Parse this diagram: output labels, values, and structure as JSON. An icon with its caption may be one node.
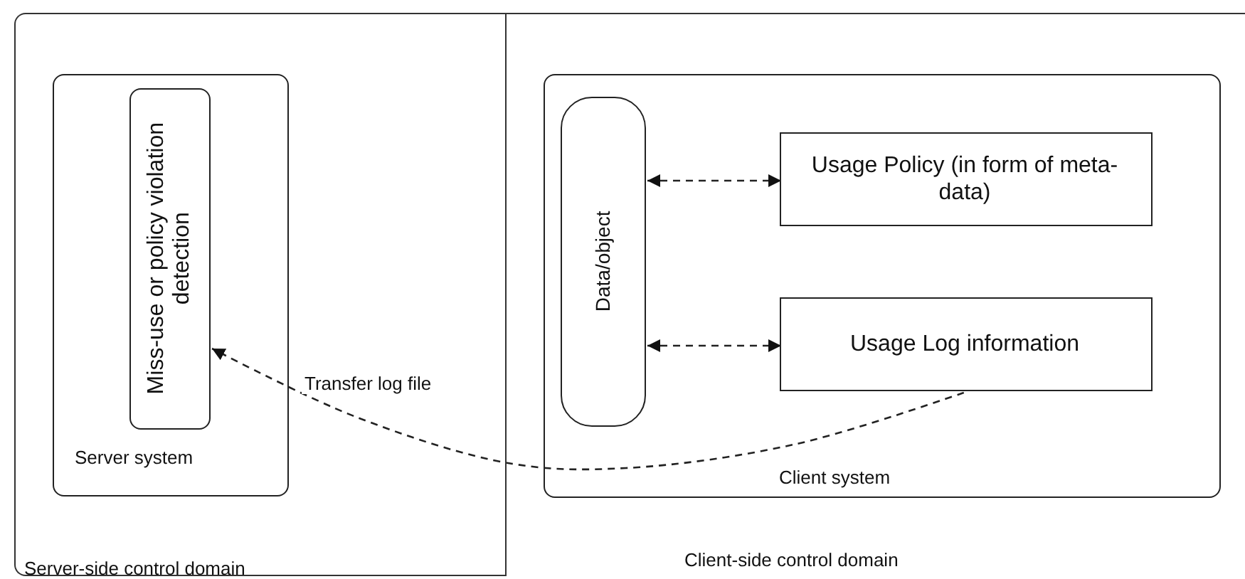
{
  "diagram": {
    "nodes": [
      {
        "text": [
          "Server-side control domain"
        ]
      },
      {
        "text": [
          "Server system"
        ],
        "in": 0
      },
      {
        "text": [
          "Miss-use or policy violation detection"
        ],
        "in": 1
      },
      {
        "text": [
          "Client-side control domain"
        ]
      },
      {
        "text": [
          "Client system"
        ],
        "in": 3
      },
      {
        "text": [
          "Data/object"
        ],
        "in": 4
      },
      {
        "text": [
          "Usage Policy (in form of meta-data)"
        ],
        "in": 4
      },
      {
        "text": [
          "Usage Log information"
        ],
        "in": 4
      }
    ],
    "edges": [
      {
        "from": 5,
        "to": 6,
        "arrow": "both",
        "style": "dashed"
      },
      {
        "from": 5,
        "to": 7,
        "arrow": "both",
        "style": "dashed"
      },
      {
        "from": 7,
        "to": 2,
        "arrow": "to",
        "style": "dashed",
        "label": "Transfer log file"
      }
    ]
  }
}
